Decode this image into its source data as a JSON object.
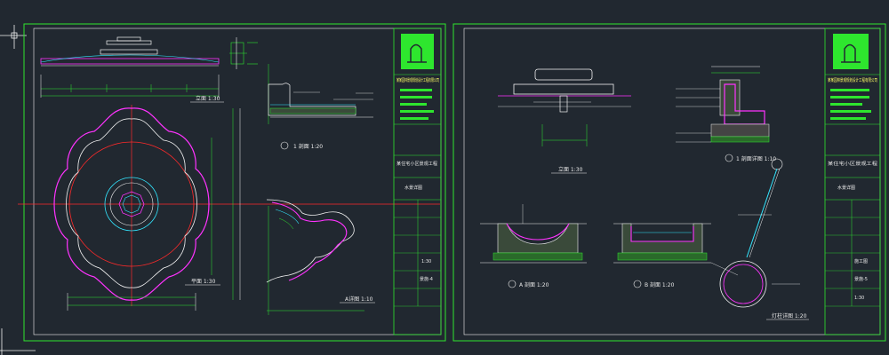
{
  "colors": {
    "background": "#212830",
    "frame": "#2ee62e",
    "outline": "#f2f2f2",
    "magenta": "#ff33ff",
    "red_line": "#ff2a2a",
    "cyan": "#33e6ff",
    "yellow": "#ffff66",
    "dimension": "#2ee62e"
  },
  "sheet_left": {
    "views": {
      "elevation": "立面 1:30",
      "plan": "平面 1:30",
      "section_1": "1 剖面 1:20",
      "detail_a": "A详图 1:10"
    },
    "title_block": {
      "company": "某某园林景观规划设计工程有限公司",
      "project": "某住宅小区景观工程",
      "drawing": "水景详图",
      "scale": "1:30",
      "sheet": "景施-4"
    }
  },
  "sheet_right": {
    "views": {
      "elevation": "立面 1:30",
      "detail_1": "1 剖面详图 1:10",
      "section_a": "A 剖面 1:20",
      "section_b": "B 剖面 1:20",
      "lamp_detail": "灯柱详图 1:20"
    },
    "title_block": {
      "company": "某某园林景观规划设计工程有限公司",
      "project": "某住宅小区景观工程",
      "drawing": "水景详图",
      "stage": "施工图",
      "sheet": "景施-5",
      "scale": "1:30"
    }
  }
}
